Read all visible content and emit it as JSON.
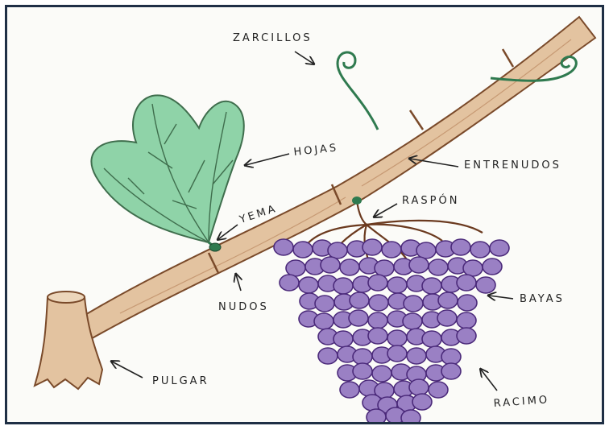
{
  "diagram": {
    "labels": {
      "zarcillos": "ZARCILLOS",
      "hojas": "HOJAS",
      "entrenudos": "ENTRENUDOS",
      "yema": "YEMA",
      "raspon": "RASPÓN",
      "nudos": "NUDOS",
      "bayas": "BAYAS",
      "pulgar": "PULGAR",
      "racimo": "RACIMO"
    },
    "colors": {
      "stem": "#e3c3a0",
      "stem_outline": "#7a4a2a",
      "leaf": "#8fd3a8",
      "leaf_vein": "#3f6e4d",
      "tendril": "#2f7a4f",
      "grape_fill": "#9a80c4",
      "grape_outline": "#4b2a7a",
      "rachis": "#6b3a1f",
      "frame": "#1f2f45"
    }
  }
}
